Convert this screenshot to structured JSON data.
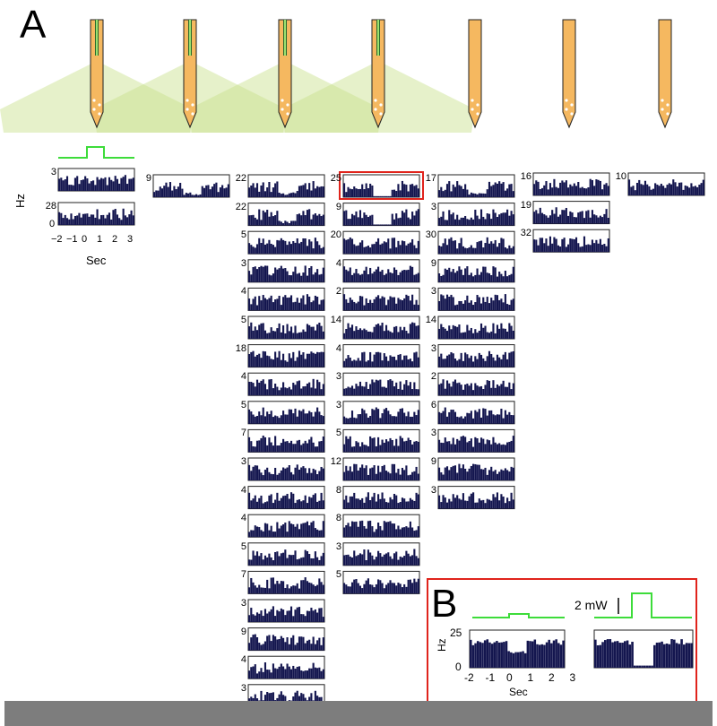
{
  "panel_a": {
    "letter": "A",
    "axis": {
      "ylabel": "Hz",
      "xlabel": "Sec",
      "xticks": [
        "−2",
        "−1",
        "0",
        "1",
        "2",
        "3"
      ],
      "y_zero": "0"
    }
  },
  "panel_b": {
    "letter": "B",
    "scale_label": "2 mW",
    "axis": {
      "ylabel": "Hz",
      "xlabel": "Sec",
      "xticks": [
        "-2",
        "-1",
        "0",
        "1",
        "2",
        "3"
      ],
      "yticks": [
        "25",
        "0"
      ]
    }
  },
  "colors": {
    "histogram_bars": "#14164f",
    "light_pulse": "#3ddc3a",
    "highlight_box": "#e0241c",
    "probe_shank": "#f5b860",
    "light_cone": "#c7e08a"
  },
  "icons": [
    "optrode-shank-icon",
    "light-cone-icon",
    "light-pulse-icon"
  ],
  "columns": [
    {
      "labels": [
        "3",
        "28"
      ],
      "suppressed": [
        false,
        false
      ]
    },
    {
      "labels": [
        "9"
      ],
      "suppressed": [
        true
      ]
    },
    {
      "labels": [
        "22",
        "22",
        "5",
        "3",
        "4",
        "5",
        "18",
        "4",
        "5",
        "7",
        "3",
        "4",
        "4",
        "5",
        "7",
        "3",
        "9",
        "4",
        "3"
      ],
      "suppressed": [
        true,
        true,
        false,
        false,
        false,
        false,
        false,
        false,
        false,
        false,
        false,
        false,
        false,
        false,
        false,
        false,
        false,
        false,
        false
      ]
    },
    {
      "labels": [
        "25",
        "9",
        "20",
        "4",
        "2",
        "14",
        "4",
        "3",
        "3",
        "5",
        "12",
        "8",
        "8",
        "3",
        "5"
      ],
      "suppressed": [
        true,
        true,
        false,
        false,
        false,
        false,
        false,
        false,
        false,
        false,
        false,
        false,
        false,
        false,
        false
      ],
      "highlighted_index": 0
    },
    {
      "labels": [
        "17",
        "3",
        "30",
        "9",
        "3",
        "14",
        "3",
        "2",
        "6",
        "3",
        "9",
        "3"
      ],
      "suppressed": [
        true,
        false,
        false,
        false,
        false,
        false,
        false,
        false,
        false,
        false,
        false,
        false
      ]
    },
    {
      "labels": [
        "16",
        "19",
        "32"
      ],
      "suppressed": [
        false,
        false,
        false
      ]
    },
    {
      "labels": [
        "10"
      ],
      "suppressed": [
        false
      ]
    }
  ]
}
